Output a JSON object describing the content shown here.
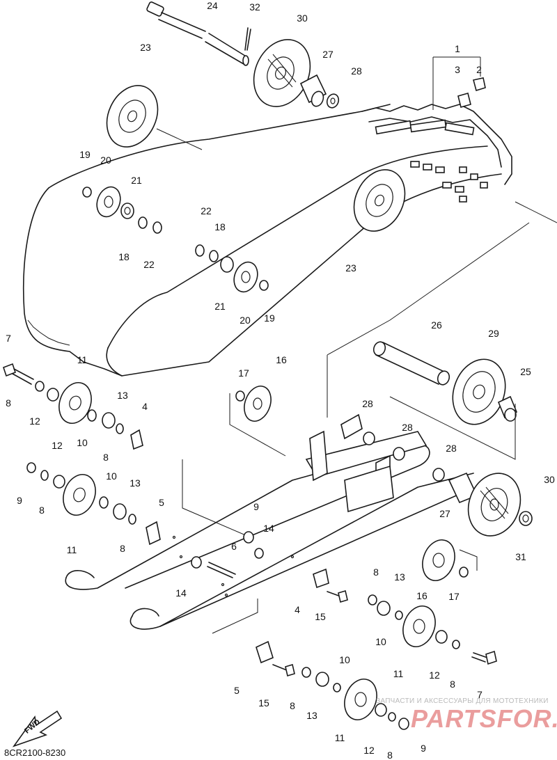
{
  "diagram": {
    "callouts": [
      "1",
      "2",
      "3",
      "4",
      "5",
      "6",
      "7",
      "8",
      "9",
      "10",
      "11",
      "12",
      "13",
      "14",
      "15",
      "16",
      "17",
      "18",
      "19",
      "20",
      "21",
      "22",
      "23",
      "24",
      "25",
      "26",
      "27",
      "28",
      "29",
      "30",
      "31",
      "32"
    ],
    "drawing_code": "8CR2100-8230",
    "direction_arrow_label": "FWD",
    "watermark": {
      "subtitle": "ЗАПЧАСТИ И АКСЕССУАРЫ ДЛЯ МОТОТЕХНИКИ",
      "logo_text": "PARTSFOR.RU"
    }
  }
}
